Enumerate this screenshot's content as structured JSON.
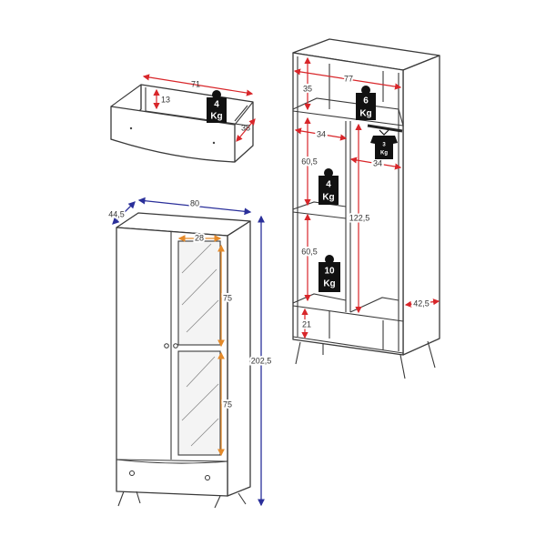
{
  "colors": {
    "dimension_red": "#d8262a",
    "dimension_blue": "#2a2f9a",
    "dimension_orange": "#e48a2a",
    "weight_badge": "#111111"
  },
  "drawer": {
    "width": "71",
    "height": "13",
    "depth": "38",
    "weight": {
      "value": "4",
      "unit": "Kg"
    }
  },
  "closed_wardrobe": {
    "width": "80",
    "depth": "44,5",
    "height": "202,5",
    "glass_width": "28",
    "glass_upper_height": "75",
    "glass_lower_height": "75"
  },
  "open_wardrobe": {
    "inner_width": "77",
    "top_shelf_height": "35",
    "left_compartment_width": "34",
    "right_compartment_width": "34",
    "shelf_upper_height": "60,5",
    "shelf_lower_height": "60,5",
    "hanging_height": "122,5",
    "depth": "42,5",
    "bottom_height": "21",
    "top_shelf_weight": {
      "value": "6",
      "unit": "Kg"
    },
    "rod_weight": {
      "value": "3",
      "unit": "Kg"
    },
    "middle_shelf_weight": {
      "value": "4",
      "unit": "Kg"
    },
    "bottom_shelf_weight": {
      "value": "10",
      "unit": "Kg"
    }
  }
}
